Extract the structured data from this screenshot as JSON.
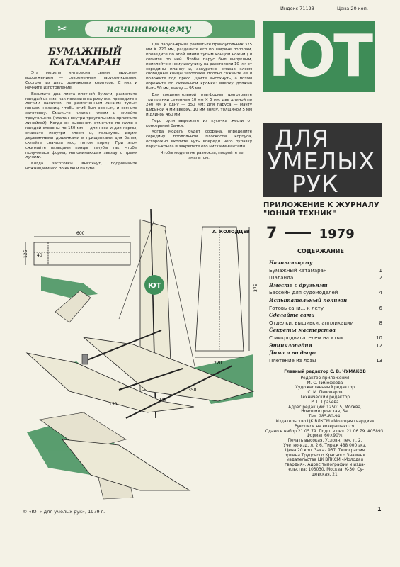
{
  "index_line": {
    "index": "Индекс 71123",
    "price": "Цена 20 коп."
  },
  "banner": {
    "label": "начинающему"
  },
  "article": {
    "title": [
      "БУМАЖНЫЙ",
      "КАТАМАРАН"
    ],
    "col1": [
      "Эта модель интересна своим парусным вооружением — современным парусом-крылом. Состоит из двух одинаковых корпусов. С них и начните изготовление.",
      "Возьмите два листа плотной бумаги, разметьте каждый из них, как показано на рисунке, проведите с легким нажимом по размеченным линиям тупым концом ножниц, чтобы сгиб был ровным, и согните заготовку. Смажьте клапан клеем и склейте треугольник (клапан внутри треугольника прижмите линейкой). Когда он высохнет, отметьте по килю с каждой стороны по 150 мм — для носа и для кормы, смажьте изнутри клеем и, пользуясь двумя деревянными дощечками и прищепками для белья, склейте сначала нос, потом корму. При этом сжимайте пальцами концы палубы так, чтобы получилась форма, напоминающая звезду с тремя лучами.",
      "Когда заготовки высохнут, подровняйте ножницами нос по килю и палубе."
    ],
    "col2": [
      "Для паруса-крыла разметьте прямоугольник 375 мм ✕ 220 мм, разделите его по ширине пополам, проведите по этой линии тупым концом ножниц и согните по ней. Чтобы парус был выпуклым, приклейте к нему излучину на расстоянии 10 мм от середины планку и, аккуратно смазав клеем свободные концы заготовки, плотно сожмите ее и положите под пресс. Дайте высохнуть, а потом обрежьте по склеенной кромке: вверху должно быть 50 мм, внизу — 95 мм.",
      "Для соединительной платформы приготовьте три планки сечением 10 мм ✕ 5 мм: две длиной по 240 мм и одну — 350 мм; для паруса — мачту шириной 4 мм вверху, 10 мм внизу, толщиной 5 мм и длиной 460 мм.",
      "Перо руля вырежьте из кусочка жести от консервной банки.",
      "Когда модель будет собрана, определите середину продольной плоскости корпуса, осторожно вколите чуть впереди него булавку паруса-крыла и закрепите его нитками-вантами.",
      "Чтобы модель не размокла, покройте ее эмалитом."
    ],
    "author": "А. КОЛОДЦЕВ"
  },
  "figure": {
    "dims": {
      "d600": "600",
      "d125": "125",
      "d40": "40",
      "d375": "375",
      "d220": "220",
      "d150": "150",
      "d240": "240",
      "d350": "350"
    },
    "sail_logo": "ЮТ"
  },
  "right": {
    "logo": "ЮТ",
    "mag_lines": [
      "ДЛЯ",
      "УМЕЛЫХ",
      "РУК"
    ],
    "subtitle": "ПРИЛОЖЕНИЕ К ЖУРНАЛУ \"ЮНЫЙ ТЕХНИК\"",
    "issue": "7",
    "year": "1979",
    "toc_title": "СОДЕРЖАНИЕ",
    "toc": [
      {
        "t": "Начинающему",
        "sec": true,
        "n": ""
      },
      {
        "t": "Бумажный катамаран",
        "sec": false,
        "n": "1"
      },
      {
        "t": "Шаланда",
        "sec": false,
        "n": "2"
      },
      {
        "t": "Вместе с друзьями",
        "sec": true,
        "n": ""
      },
      {
        "t": "Бассейн для судомоделей",
        "sec": false,
        "n": "4"
      },
      {
        "t": "Испытательный полигон",
        "sec": true,
        "n": ""
      },
      {
        "t": "Готовь сани... к лету",
        "sec": false,
        "n": "6"
      },
      {
        "t": "Сделайте сами",
        "sec": true,
        "n": ""
      },
      {
        "t": "Отделки, вышивки, аппликации",
        "sec": false,
        "n": "8"
      },
      {
        "t": "Секреты мастерства",
        "sec": true,
        "n": ""
      },
      {
        "t": "С микродвигателем на «ты»",
        "sec": false,
        "n": "10"
      },
      {
        "t": "Энциклопедия",
        "sec": true,
        "n": "12"
      },
      {
        "t": "Дома и во дворе",
        "sec": true,
        "n": ""
      },
      {
        "t": "Плетение из лозы",
        "sec": false,
        "n": "13"
      }
    ],
    "credits": [
      "Главный редактор С. В. ЧУМАКОВ",
      "Редактор приложения",
      "М. С. Тимофеева",
      "Художественный редактор",
      "С. М. Пивоваров",
      "Технический редактор",
      "Р. Г. Грачева",
      "Адрес редакции: 125015, Москва,",
      "Новодмитровская, 5а.",
      "Тел. 285-80-94.",
      "Издательство ЦК ВЛКСМ «Молодая гвардия»",
      "Рукописи не возвращаются.",
      "Сдано в набор 21.05.79. Подп. в печ. 21.06.79. А05893. Формат 60×90⅛.",
      "Печать высокая. Условн. печ. л. 2.",
      "Учетно-изд. л. 2,6. Тираж 488 000 экз.",
      "Цена 20 коп. Заказ 937. Типография",
      "ордена Трудового Красного Знамени",
      "издательства ЦК ВЛКСМ «Молодая",
      "гвардия». Адрес типографии и изда-",
      "тельства: 103030, Москва, К-30, Су-",
      "щевская, 21."
    ]
  },
  "footer": "© «ЮТ» для умелых рук», 1979 г.",
  "page_number": "1",
  "colors": {
    "green": "#3f8f5a",
    "dark": "#343434",
    "paper": "#f4f2e6"
  }
}
